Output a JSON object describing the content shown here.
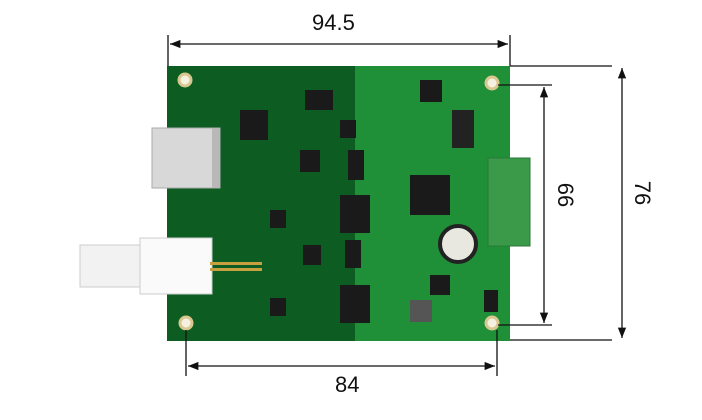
{
  "dimensions": {
    "width_top": "94.5",
    "hole_spacing_vertical": "66",
    "height_total": "76",
    "hole_spacing_horizontal": "84"
  },
  "colors": {
    "pcb_dark": "#0d5a22",
    "pcb_light": "#1d8a35",
    "terminal": "#3a9a4a",
    "line": "#111111"
  }
}
